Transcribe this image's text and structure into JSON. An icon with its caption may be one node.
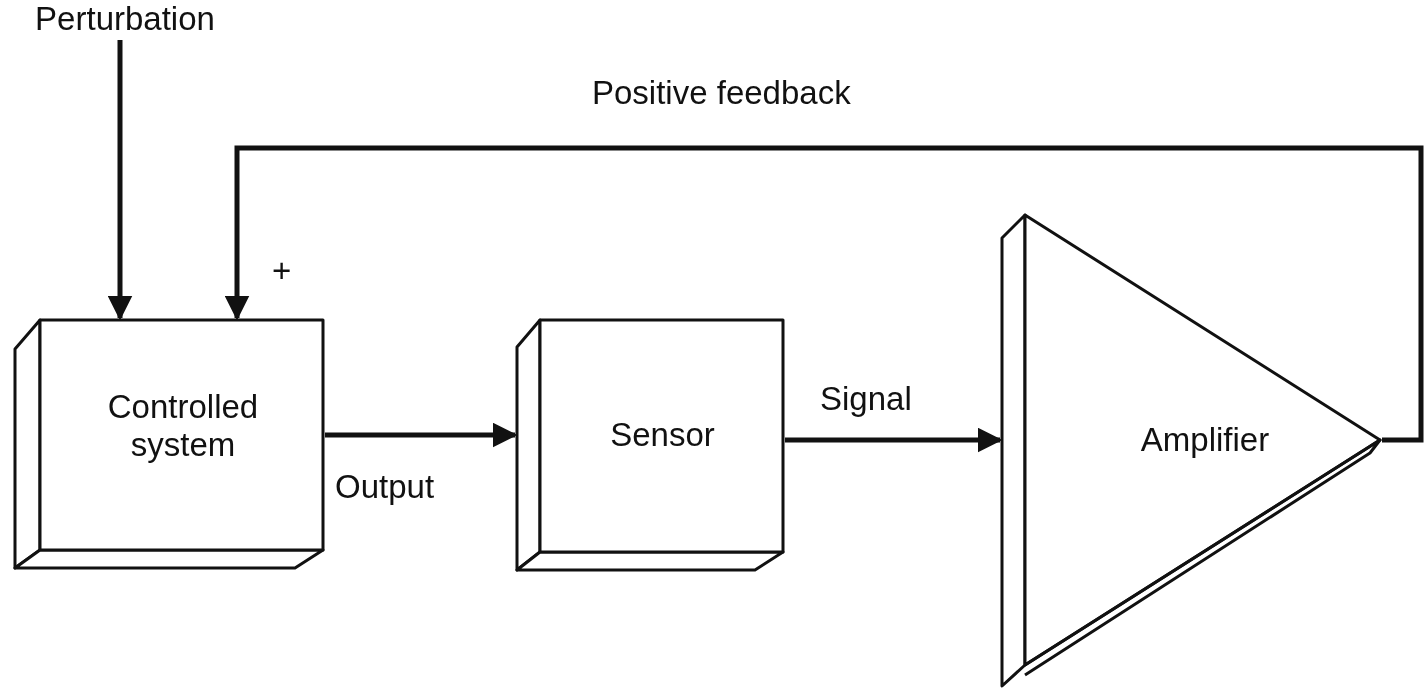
{
  "diagram": {
    "nodes": [
      {
        "text": [
          "Perturbation"
        ]
      },
      {
        "text": [
          "Controlled system"
        ]
      },
      {
        "text": [
          "Sensor"
        ]
      },
      {
        "text": [
          "Amplifier"
        ]
      }
    ],
    "edges": [
      {
        "from": 0,
        "to": 1,
        "arrow": "to"
      },
      {
        "from": 1,
        "to": 2,
        "arrow": "to",
        "label": "Output"
      },
      {
        "from": 2,
        "to": 3,
        "arrow": "to",
        "label": "Signal"
      },
      {
        "from": 3,
        "to": 1,
        "arrow": "to",
        "label": "Positive feedback"
      }
    ],
    "labels": [
      "+"
    ]
  }
}
